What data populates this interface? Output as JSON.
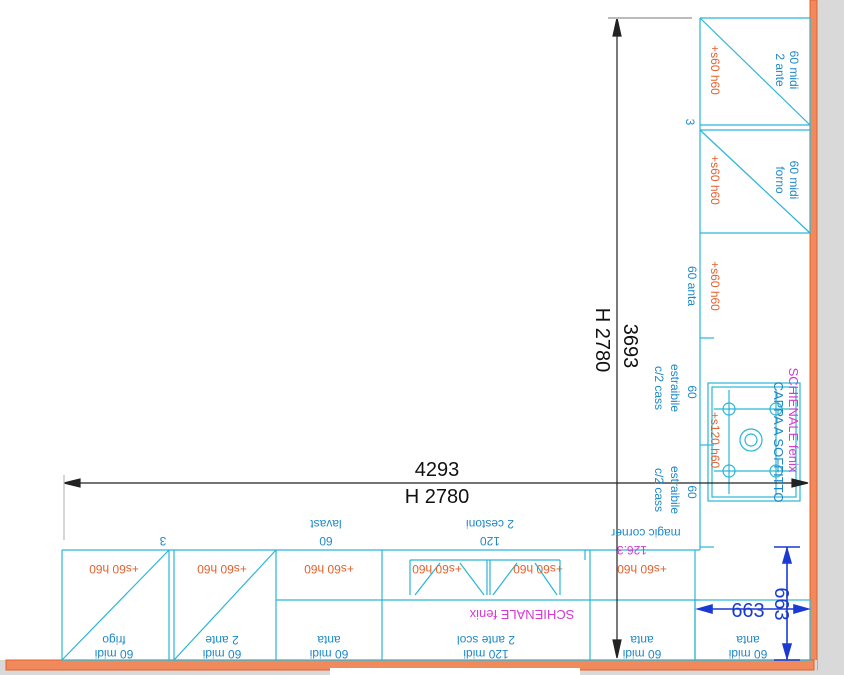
{
  "colors": {
    "cabinet_line": "#29b6d6",
    "cabinet_text": "#1e88c8",
    "dimension_line": "#222222",
    "accent_text": "#e2602c",
    "magenta_text": "#d43bd1",
    "wall_fill": "#d9d9d9",
    "wall_edge": "#e2602c",
    "measure_blue": "#1a3ad1"
  },
  "dimensions": {
    "total_length": "4293",
    "total_length_height": "H 2780",
    "side_length": "3693",
    "side_length_height": "H 2780",
    "corner_width": "663",
    "corner_depth": "663"
  },
  "bottom_run": {
    "upper_labels": [
      {
        "top": "3",
        "bottom": ""
      },
      {
        "top": "lavast",
        "bottom": "60"
      },
      {
        "top": "2 cestoni",
        "bottom": "120"
      },
      {
        "top": "magic corner",
        "bottom": "126.3"
      }
    ],
    "wall_units": [
      {
        "code": "+s60 h60",
        "line1": "60 midi",
        "line2": "frigo"
      },
      {
        "code": "+s60 h60",
        "line1": "60 midi",
        "line2": "2 ante"
      },
      {
        "code": "+s60 h60",
        "line1": "60 midi",
        "line2": "anta"
      },
      {
        "code": "+s60 h60",
        "line1": "120 midi",
        "line2": "2 ante scol"
      },
      {
        "code": "+s60 h60",
        "line1": "",
        "line2": ""
      },
      {
        "code": "+s60 h60",
        "line1": "60 midi",
        "line2": "anta"
      },
      {
        "code": "",
        "line1": "60 midi",
        "line2": "anta"
      }
    ],
    "backsplash": "SCHIENALE fenix"
  },
  "right_run": {
    "tall_marker": "3",
    "units": [
      {
        "code": "+s60 h60",
        "line1": "60 midi",
        "line2": "2 ante"
      },
      {
        "code": "+s60 h60",
        "line1": "60 midi",
        "line2": "forno"
      },
      {
        "code": "+s60 h60",
        "line1": "60 anta",
        "line2": ""
      },
      {
        "code": "",
        "line1": "60",
        "line2": "estraibile",
        "line3": "c/2 cass"
      },
      {
        "code": "",
        "line1": "60",
        "line2": "estraibile",
        "line3": "c/2 cass"
      }
    ],
    "hob_code": "+s120 h60",
    "backsplash": "SCHIENALE fenix",
    "hood": "CAPPA A SOFFITTO"
  }
}
